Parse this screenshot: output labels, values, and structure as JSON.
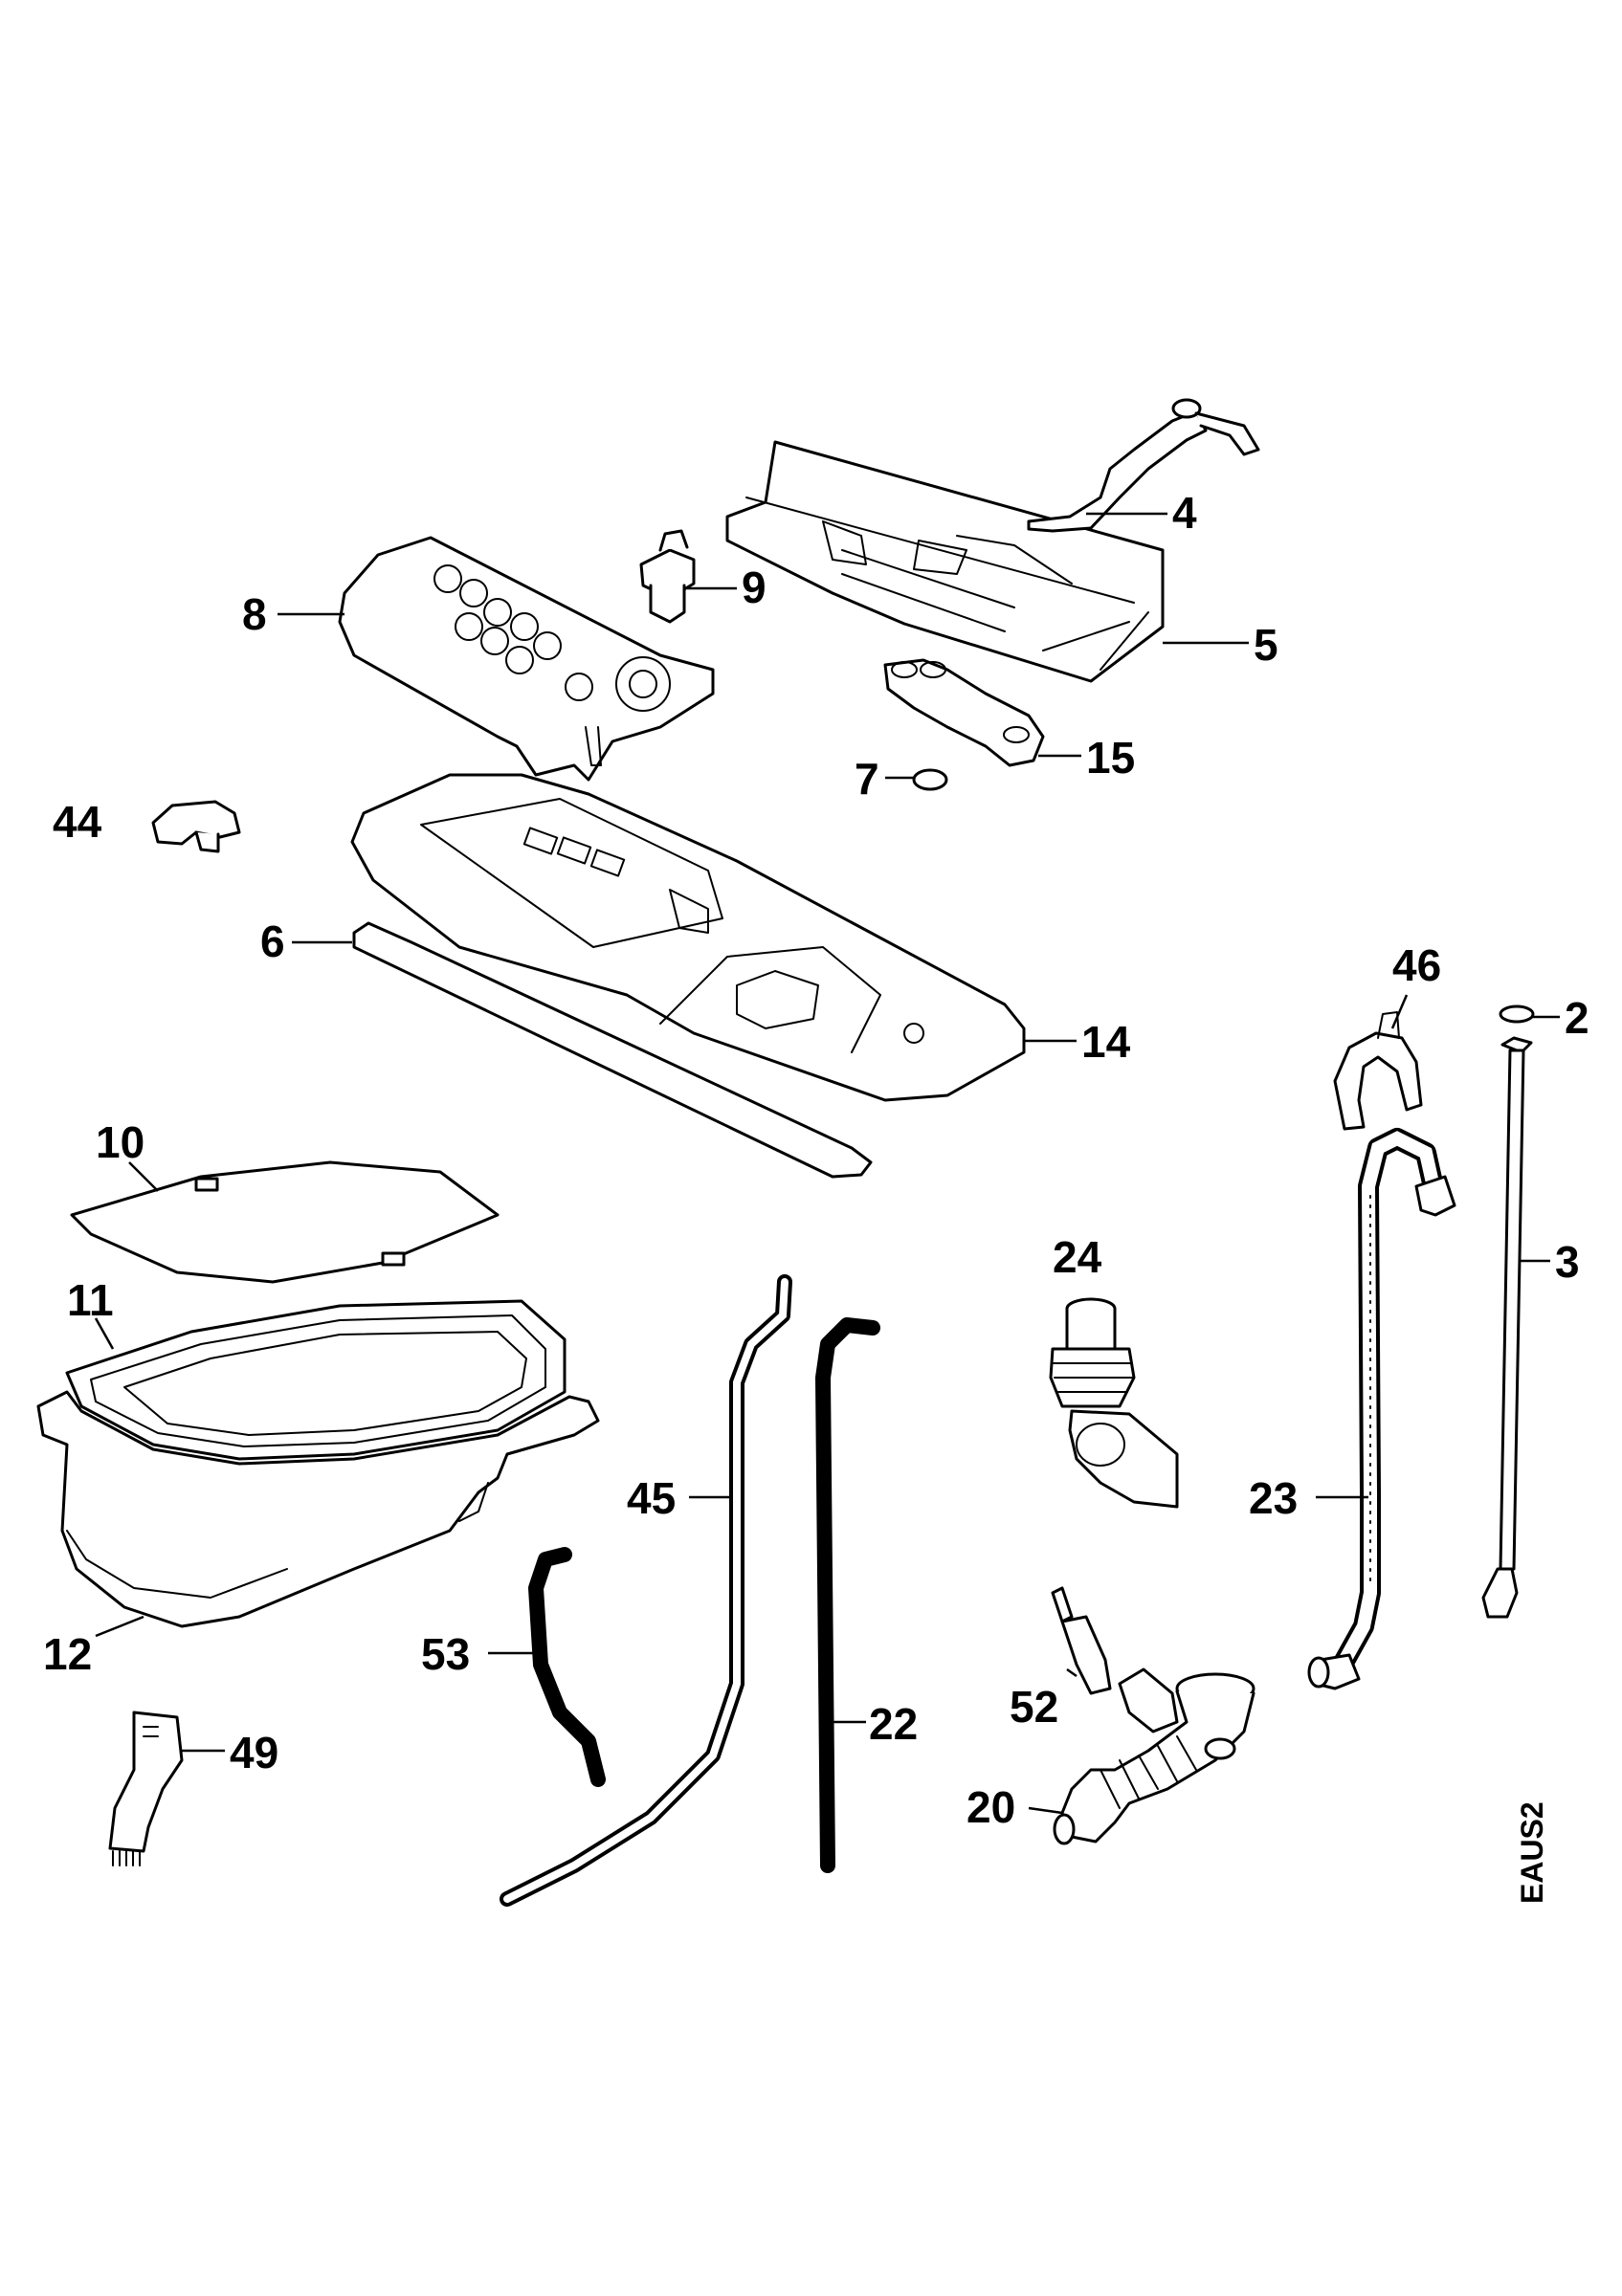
{
  "labels": [
    {
      "id": "p4",
      "text": "4"
    },
    {
      "id": "p9",
      "text": "9"
    },
    {
      "id": "p8",
      "text": "8"
    },
    {
      "id": "p5",
      "text": "5"
    },
    {
      "id": "p15",
      "text": "15"
    },
    {
      "id": "p7",
      "text": "7"
    },
    {
      "id": "p44",
      "text": "44"
    },
    {
      "id": "p6",
      "text": "6"
    },
    {
      "id": "p14",
      "text": "14"
    },
    {
      "id": "p46",
      "text": "46"
    },
    {
      "id": "p2",
      "text": "2"
    },
    {
      "id": "p10",
      "text": "10"
    },
    {
      "id": "p3",
      "text": "3"
    },
    {
      "id": "p24",
      "text": "24"
    },
    {
      "id": "p11",
      "text": "11"
    },
    {
      "id": "p23",
      "text": "23"
    },
    {
      "id": "p45",
      "text": "45"
    },
    {
      "id": "p12",
      "text": "12"
    },
    {
      "id": "p53",
      "text": "53"
    },
    {
      "id": "p22",
      "text": "22"
    },
    {
      "id": "p52",
      "text": "52"
    },
    {
      "id": "p49",
      "text": "49"
    },
    {
      "id": "p20",
      "text": "20"
    }
  ],
  "diagram_code": "EAUS2"
}
